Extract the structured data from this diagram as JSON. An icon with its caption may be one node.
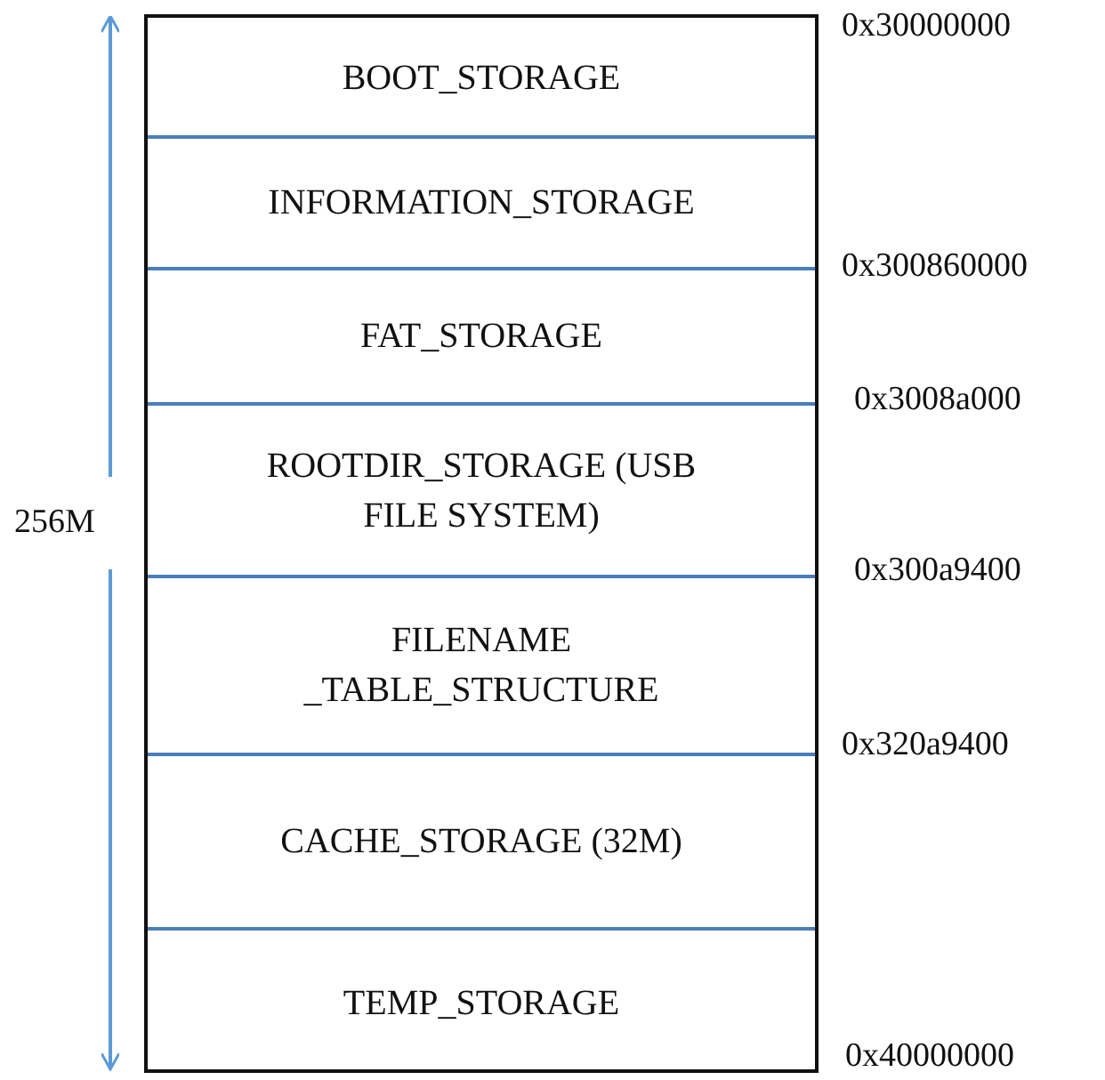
{
  "diagram": {
    "nodes": [
      {
        "text": [
          "BOOT_STORAGE"
        ]
      },
      {
        "text": [
          "INFORMATION_STORAGE"
        ]
      },
      {
        "text": [
          "FAT_STORAGE"
        ]
      },
      {
        "text": [
          "ROOTDIR_STORAGE (USB FILE SYSTEM)"
        ]
      },
      {
        "text": [
          "FILENAME _TABLE_STRUCTURE"
        ]
      },
      {
        "text": [
          "CACHE_STORAGE (32M)"
        ]
      },
      {
        "text": [
          "TEMP_STORAGE"
        ]
      }
    ],
    "labels": [
      "0x30000000",
      "0x300860000",
      "0x3008a000",
      "256M",
      "0x300a9400",
      "0x320a9400",
      "0x40000000"
    ]
  }
}
